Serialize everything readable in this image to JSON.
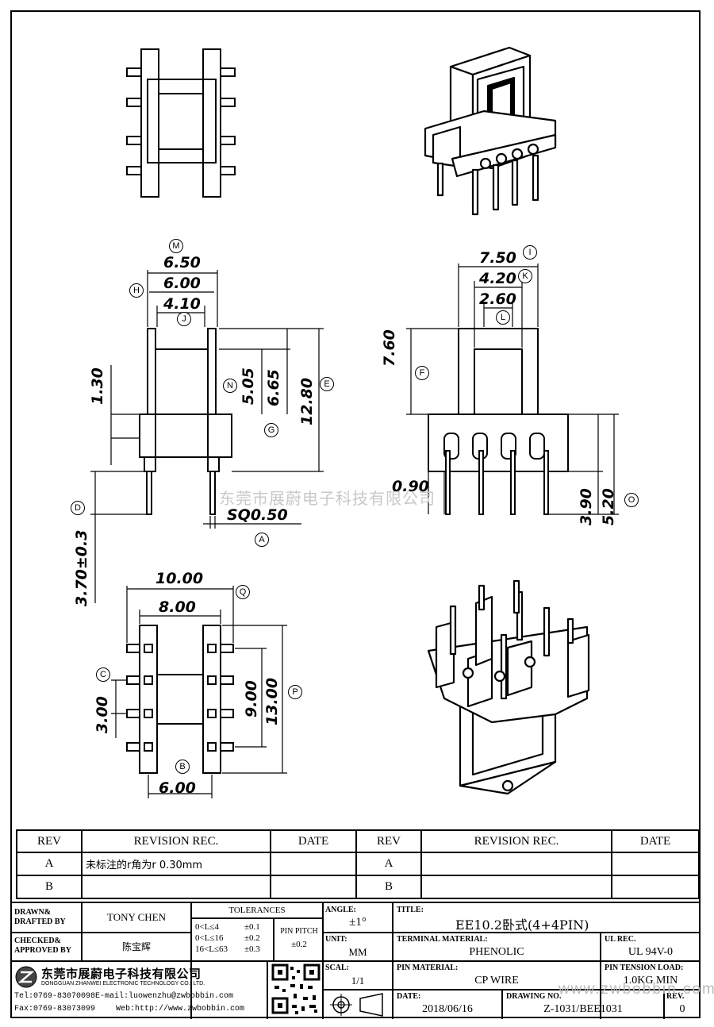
{
  "dimensions": {
    "m": "6.50",
    "h": "6.00",
    "j": "4.10",
    "i": "7.50",
    "k": "4.20",
    "l": "2.60",
    "f": "7.60",
    "g_depth": "1.30",
    "n": "5.05",
    "n2": "6.65",
    "e": "12.80",
    "pin_square": "SQ0.50",
    "pin_len": "3.70±0.3",
    "pin_offset": "0.90",
    "h1": "3.90",
    "h2": "5.20",
    "q": "10.00",
    "pin_row": "8.00",
    "pitch": "3.00",
    "span": "9.00",
    "p": "13.00",
    "b": "6.00"
  },
  "callouts": [
    "M",
    "H",
    "J",
    "I",
    "K",
    "L",
    "F",
    "N",
    "E",
    "G",
    "D",
    "A",
    "O",
    "Q",
    "C",
    "P",
    "B"
  ],
  "watermark": "东莞市展蔚电子科技有限公司",
  "revision_table": {
    "headers": [
      "REV",
      "REVISION REC.",
      "DATE",
      "REV",
      "REVISION REC.",
      "DATE"
    ],
    "rows": [
      {
        "rev": "A",
        "rec": "未标注的r角为r 0.30mm",
        "date": "",
        "rev2": "A",
        "rec2": "",
        "date2": ""
      },
      {
        "rev": "B",
        "rec": "",
        "date": "",
        "rev2": "B",
        "rec2": "",
        "date2": ""
      }
    ]
  },
  "title_block": {
    "drawn_label": "DRAWN&\nDRAFTED BY",
    "drawn_by": "TONY CHEN",
    "checked_label": "CHECKED&\nAPPROVED BY",
    "approved_by": "陈宝辉",
    "tolerances_label": "TOLERANCES",
    "tol_ranges": [
      "0<L≤4",
      "0<L≤16",
      "16<L≤63"
    ],
    "tol_values": [
      "±0.1",
      "±0.2",
      "±0.3"
    ],
    "pin_pitch_label": "PIN PITCH",
    "pin_pitch_value": "±0.2",
    "angle_label": "ANGLE:",
    "angle_value": "±1°",
    "unit_label": "UNIT:",
    "unit_value": "MM",
    "scale_label": "SCAL:",
    "scale_value": "1/1",
    "title_label": "TITLE:",
    "title_value": "EE10.2卧式(4+4PIN)",
    "terminal_label": "TERMINAL MATERIAL:",
    "terminal_value": "PHENOLIC",
    "ul_label": "UL REC.",
    "ul_value": "UL 94V-0",
    "pin_material_label": "PIN MATERIAL:",
    "pin_material_value": "CP WIRE",
    "tension_label": "PIN TENSION LOAD:",
    "tension_value": "1.0KG MIN",
    "date_label": "DATE:",
    "date_value": "2018/06/16",
    "drawing_label": "DRAWING NO.",
    "drawing_value": "Z-1031/BEE1031",
    "rev_label": "REV.",
    "rev_value": "0",
    "company_cn": "东莞市展蔚电子科技有限公司",
    "company_en": "DONGGUAN ZHANWEI ELECTRONIC TECHNOLOGY CO., LTD.",
    "tel": "Tel:0769-83070098",
    "email": "E-mail:luowenzhu@zwbobbin.com",
    "fax": "Fax:0769-83073099",
    "web": "Web:http://www.zwbobbin.com",
    "watermark_url": "www.zwbobbin.com"
  }
}
